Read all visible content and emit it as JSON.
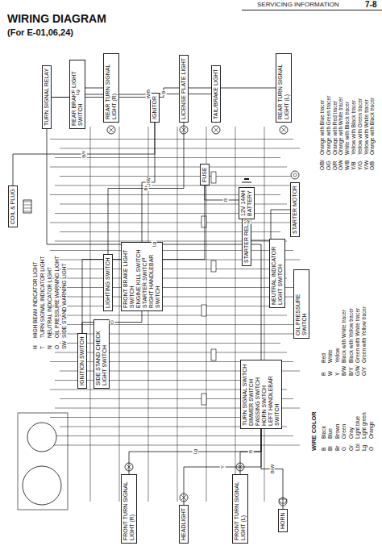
{
  "diagram": {
    "title": "WIRING DIAGRAM",
    "nodes": [
      {
        "text": [
          "FRONT TURN SIGNAL LIGHT (R)"
        ]
      },
      {
        "text": [
          "HEADLIGHT"
        ]
      },
      {
        "text": [
          "FRONT TURN SIGNAL LIGHT (L)"
        ]
      },
      {
        "text": [
          "HORN"
        ]
      },
      {
        "text": [
          "IGNITION SWITCH"
        ]
      },
      {
        "text": [
          "SIDE STAND CHECK LIGHT SWITCH"
        ]
      },
      {
        "text": [
          "LIGHTING SWITCH"
        ]
      },
      {
        "text": [
          "FRONT BRAKE LIGHT SWITCH",
          "ENGINE KILL SWITCH",
          "STARTER SWITCH",
          "RIGHT HANDLEBAR SWITCH"
        ]
      },
      {
        "text": [
          "TURN SIGNAL SWITCH",
          "DIMMER SWITCH",
          "PASSING SWITCH",
          "HORN SWITCH",
          "LEFT HANDLEBAR SWITCH"
        ]
      },
      {
        "text": [
          "OIL PRESSURE SWITCH"
        ]
      },
      {
        "text": [
          "NEUTRAL INDICATOR LIGHT SWITCH"
        ]
      },
      {
        "text": [
          "STARTER MOTOR"
        ]
      },
      {
        "text": [
          "STARTER RELAY"
        ]
      },
      {
        "text": [
          "12V 14AH",
          "BATTERY"
        ]
      },
      {
        "text": [
          "FUSE"
        ]
      },
      {
        "text": [
          "COIL & PLUG"
        ]
      },
      {
        "text": [
          "TURN SIGNAL RELAY"
        ]
      },
      {
        "text": [
          "REAR BRAKE LIGHT SWITCH"
        ]
      },
      {
        "text": [
          "IGNITOR"
        ]
      },
      {
        "text": [
          "REAR TURN SIGNAL LIGHT (R)"
        ]
      },
      {
        "text": [
          "LICENSE PLATE LIGHT"
        ]
      },
      {
        "text": [
          "TAIL/BRAKE LIGHT"
        ]
      },
      {
        "text": [
          "REAR TURN SIGNAL LIGHT (L)"
        ]
      }
    ],
    "edges": [
      {
        "from": 13,
        "to": 12,
        "label": "R",
        "arrow": "none"
      },
      {
        "from": 12,
        "to": 11,
        "arrow": "none"
      },
      {
        "from": 12,
        "to": 14,
        "label": "R",
        "arrow": "none"
      },
      {
        "from": 14,
        "to": 4,
        "label": "R",
        "arrow": "none"
      },
      {
        "from": 4,
        "to": 7,
        "label": "O",
        "arrow": "none"
      },
      {
        "from": 7,
        "to": 18,
        "label": "O/W",
        "arrow": "none"
      },
      {
        "from": 18,
        "to": 15,
        "label": "B/Y",
        "arrow": "none"
      },
      {
        "from": 16,
        "to": 8,
        "label": "Lg",
        "arrow": "none"
      },
      {
        "from": 8,
        "to": 0,
        "label": "Lg",
        "arrow": "none"
      },
      {
        "from": 8,
        "to": 2,
        "label": "B",
        "arrow": "none"
      },
      {
        "from": 8,
        "to": 1,
        "label": "Y",
        "arrow": "none"
      },
      {
        "from": 8,
        "to": 3,
        "label": "B/W",
        "arrow": "none"
      },
      {
        "from": 17,
        "to": 21,
        "label": "W/B",
        "arrow": "none"
      },
      {
        "from": 6,
        "to": 20,
        "label": "Br",
        "arrow": "none"
      },
      {
        "from": 16,
        "to": 19,
        "label": "Lg",
        "arrow": "none"
      },
      {
        "from": 16,
        "to": 22,
        "label": "B",
        "arrow": "none"
      }
    ],
    "labels": [
      "SERVICING INFORMATION",
      "7-8",
      "(For E-01,06,24)",
      "WIRE COLOR",
      "B",
      "Black",
      "Bl",
      "Blue",
      "Br",
      "Brown",
      "G",
      "Green",
      "Gr",
      "Gray",
      "Lbl",
      "Light blue",
      "Lg",
      "Light green",
      "O",
      "Orange",
      "R",
      "Red",
      "W",
      "White",
      "Y",
      "Yellow",
      "B/W",
      "Black with White tracer",
      "B/Y",
      "Black with Yellow tracer",
      "G/W",
      "Green with White tracer",
      "G/Y",
      "Green with Yellow tracer",
      "O/Bl",
      "Orange with Blue tracer",
      "O/G",
      "Orange with Green tracer",
      "O/R",
      "Orange with Red tracer",
      "O/W",
      "Orange with White tracer",
      "W/B",
      "White with Black tracer",
      "Y/B",
      "Yellow with Black tracer",
      "Y/G",
      "Yellow with Green tracer",
      "Y/W",
      "Yellow with White tracer",
      "O/B",
      "Orange with Black tracer",
      "H",
      "HIGH BEAM INDICATOR LIGHT",
      "T",
      "TURN SIGNAL INDICATOR LIGHT",
      "N",
      "NEUTRAL INDICATOR LIGHT",
      "O",
      "OIL PRESSURE WARNING LIGHT",
      "SW",
      "SIDE STAND WARNING LIGHT"
    ]
  }
}
